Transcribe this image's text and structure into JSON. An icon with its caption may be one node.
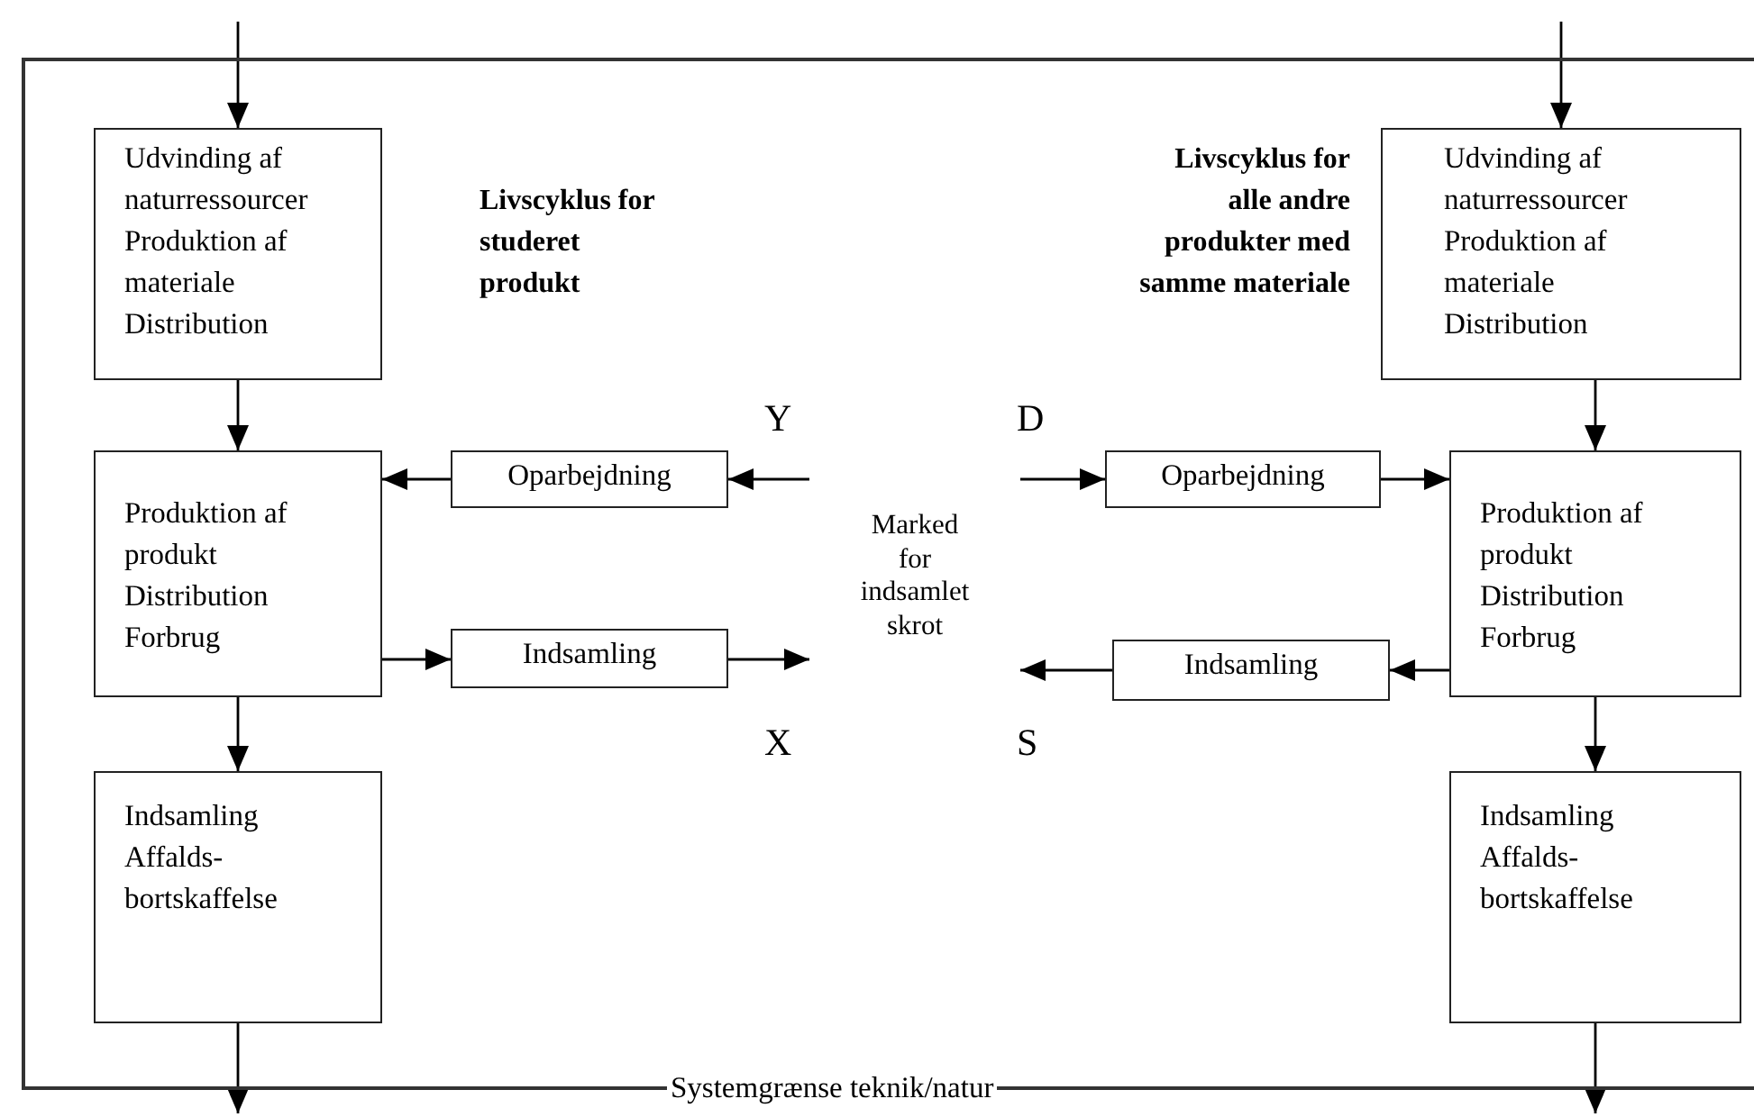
{
  "diagram": {
    "nodes": [
      {
        "text": [
          "Systemgrænse teknik/natur"
        ]
      },
      {
        "text": [
          "Udvinding af naturressourcer",
          "Produktion af materiale",
          "Distribution"
        ],
        "in": 0
      },
      {
        "text": [
          "Produktion af produkt",
          "Distribution",
          "Forbrug"
        ],
        "in": 0
      },
      {
        "text": [
          "Indsamling",
          "Affalds- bortskaffelse"
        ],
        "in": 0
      },
      {
        "text": [
          "Oparbejdning"
        ],
        "in": 0
      },
      {
        "text": [
          "Indsamling"
        ],
        "in": 0
      },
      {
        "text": [
          "Marked for indsamlet skrot"
        ],
        "in": 0
      },
      {
        "text": [
          "Oparbejdning"
        ],
        "in": 0
      },
      {
        "text": [
          "Indsamling"
        ],
        "in": 0
      },
      {
        "text": [
          "Udvinding af naturressourcer",
          "Produktion af materiale",
          "Distribution"
        ],
        "in": 0
      },
      {
        "text": [
          "Produktion af produkt",
          "Distribution",
          "Forbrug"
        ],
        "in": 0
      },
      {
        "text": [
          "Indsamling",
          "Affalds- bortskaffelse"
        ],
        "in": 0
      }
    ],
    "edges": [
      {
        "from": null,
        "to": 1,
        "arrow": "to"
      },
      {
        "from": 1,
        "to": 2,
        "arrow": "to"
      },
      {
        "from": 2,
        "to": 3,
        "arrow": "to"
      },
      {
        "from": 3,
        "to": null,
        "arrow": "to"
      },
      {
        "from": 4,
        "to": 2,
        "arrow": "to"
      },
      {
        "from": 6,
        "to": 4,
        "arrow": "to"
      },
      {
        "from": 2,
        "to": 5,
        "arrow": "to"
      },
      {
        "from": 5,
        "to": 6,
        "arrow": "to"
      },
      {
        "from": 6,
        "to": 7,
        "arrow": "to"
      },
      {
        "from": 7,
        "to": 10,
        "arrow": "to"
      },
      {
        "from": 10,
        "to": 8,
        "arrow": "to"
      },
      {
        "from": 8,
        "to": 6,
        "arrow": "to"
      },
      {
        "from": null,
        "to": 9,
        "arrow": "to"
      },
      {
        "from": 9,
        "to": 10,
        "arrow": "to"
      },
      {
        "from": 10,
        "to": 11,
        "arrow": "to"
      },
      {
        "from": 11,
        "to": null,
        "arrow": "to"
      }
    ],
    "labels": [
      "Livscyklus for studeret produkt",
      "Livscyklus for alle andre produkter med samme materiale",
      "Y",
      "D",
      "X",
      "S"
    ]
  }
}
